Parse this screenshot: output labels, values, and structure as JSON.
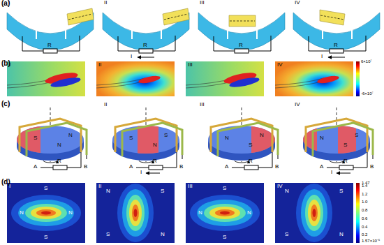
{
  "diagram": {
    "labels": [
      "(a)",
      "I",
      "II",
      "III",
      "IV",
      "R",
      "R",
      "I",
      "R",
      "R",
      "I",
      "(b)",
      "I",
      "II",
      "III",
      "IV",
      "6×10⁷",
      "-6×10⁷",
      "(c)",
      "I",
      "II",
      "III",
      "IV",
      "S",
      "N",
      "N",
      "A",
      "B",
      "R",
      "S",
      "N",
      "S",
      "A",
      "B",
      "R",
      "I",
      "N",
      "S",
      "N",
      "A",
      "B",
      "R",
      "N",
      "S",
      "S",
      "A",
      "B",
      "R",
      "I",
      "(d)",
      "I",
      "II",
      "III",
      "IV",
      "S",
      "N",
      "N",
      "S",
      "N",
      "S",
      "S",
      "N",
      "S",
      "N",
      "N",
      "S",
      "N",
      "S",
      "S",
      "N",
      "1.47",
      "1.4",
      "1.2",
      "1.0",
      "0.8",
      "0.6",
      "0.4",
      "0.2",
      "1.57×10⁻⁵"
    ]
  }
}
